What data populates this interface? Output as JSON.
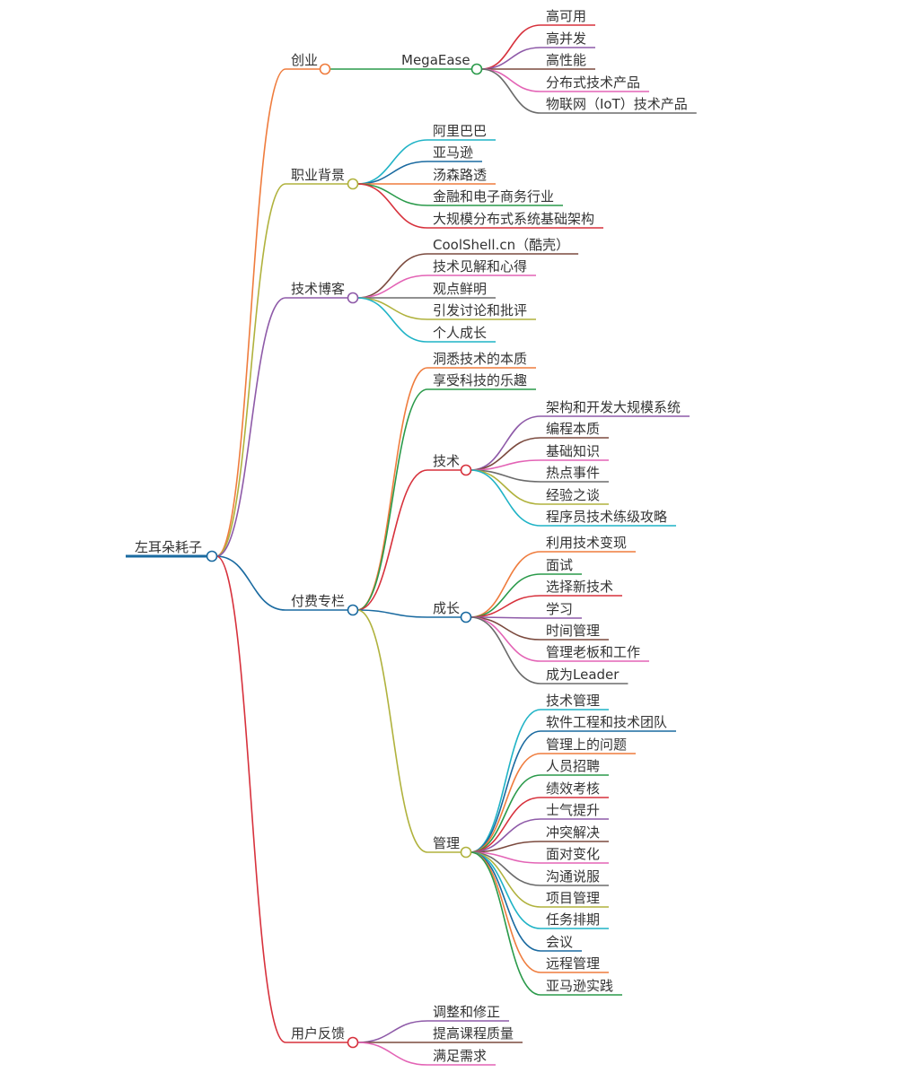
{
  "root": {
    "label": "左耳朵耗子",
    "color": "#1a6aa0"
  },
  "branches": [
    {
      "label": "创业",
      "color": "#ef7c3d",
      "children": [
        {
          "label": "MegaEase",
          "color": "#2a9a4a",
          "children": [
            {
              "label": "高可用",
              "color": "#d7313c"
            },
            {
              "label": "高并发",
              "color": "#8e5aa8"
            },
            {
              "label": "高性能",
              "color": "#7b4a3e"
            },
            {
              "label": "分布式技术产品",
              "color": "#e363b5"
            },
            {
              "label": "物联网（IoT）技术产品",
              "color": "#6b6b6b"
            }
          ]
        }
      ]
    },
    {
      "label": "职业背景",
      "color": "#b0b23d",
      "children": [
        {
          "label": "阿里巴巴",
          "color": "#1fb3c6"
        },
        {
          "label": "亚马逊",
          "color": "#1a6aa0"
        },
        {
          "label": "汤森路透",
          "color": "#ef7c3d"
        },
        {
          "label": "金融和电子商务行业",
          "color": "#2a9a4a"
        },
        {
          "label": "大规模分布式系统基础架构",
          "color": "#d7313c"
        }
      ]
    },
    {
      "label": "技术博客",
      "color": "#8e5aa8",
      "children": [
        {
          "label": "CoolShell.cn（酷壳）",
          "color": "#7b4a3e"
        },
        {
          "label": "技术见解和心得",
          "color": "#e363b5"
        },
        {
          "label": "观点鲜明",
          "color": "#6b6b6b"
        },
        {
          "label": "引发讨论和批评",
          "color": "#b0b23d"
        },
        {
          "label": "个人成长",
          "color": "#1fb3c6"
        }
      ]
    },
    {
      "label": "付费专栏",
      "color": "#1a6aa0",
      "children": [
        {
          "label": "洞悉技术的本质",
          "color": "#ef7c3d"
        },
        {
          "label": "享受科技的乐趣",
          "color": "#2a9a4a"
        },
        {
          "label": "技术",
          "color": "#d7313c",
          "children": [
            {
              "label": "架构和开发大规模系统",
              "color": "#8e5aa8"
            },
            {
              "label": "编程本质",
              "color": "#7b4a3e"
            },
            {
              "label": "基础知识",
              "color": "#e363b5"
            },
            {
              "label": "热点事件",
              "color": "#6b6b6b"
            },
            {
              "label": "经验之谈",
              "color": "#b0b23d"
            },
            {
              "label": "程序员技术练级攻略",
              "color": "#1fb3c6"
            }
          ]
        },
        {
          "label": "成长",
          "color": "#1a6aa0",
          "children": [
            {
              "label": "利用技术变现",
              "color": "#ef7c3d"
            },
            {
              "label": "面试",
              "color": "#2a9a4a"
            },
            {
              "label": "选择新技术",
              "color": "#d7313c"
            },
            {
              "label": "学习",
              "color": "#8e5aa8"
            },
            {
              "label": "时间管理",
              "color": "#7b4a3e"
            },
            {
              "label": "管理老板和工作",
              "color": "#e363b5"
            },
            {
              "label": "成为Leader",
              "color": "#6b6b6b"
            }
          ]
        },
        {
          "label": "管理",
          "color": "#b0b23d",
          "children": [
            {
              "label": "技术管理",
              "color": "#1fb3c6"
            },
            {
              "label": "软件工程和技术团队",
              "color": "#1a6aa0"
            },
            {
              "label": "管理上的问题",
              "color": "#ef7c3d"
            },
            {
              "label": "人员招聘",
              "color": "#2a9a4a"
            },
            {
              "label": "绩效考核",
              "color": "#d7313c"
            },
            {
              "label": "士气提升",
              "color": "#8e5aa8"
            },
            {
              "label": "冲突解决",
              "color": "#7b4a3e"
            },
            {
              "label": "面对变化",
              "color": "#e363b5"
            },
            {
              "label": "沟通说服",
              "color": "#6b6b6b"
            },
            {
              "label": "项目管理",
              "color": "#b0b23d"
            },
            {
              "label": "任务排期",
              "color": "#1fb3c6"
            },
            {
              "label": "会议",
              "color": "#1a6aa0"
            },
            {
              "label": "远程管理",
              "color": "#ef7c3d"
            },
            {
              "label": "亚马逊实践",
              "color": "#2a9a4a"
            }
          ]
        }
      ]
    },
    {
      "label": "用户反馈",
      "color": "#d7313c",
      "children": [
        {
          "label": "调整和修正",
          "color": "#8e5aa8"
        },
        {
          "label": "提高课程质量",
          "color": "#7b4a3e"
        },
        {
          "label": "满足需求",
          "color": "#e363b5"
        }
      ]
    }
  ]
}
